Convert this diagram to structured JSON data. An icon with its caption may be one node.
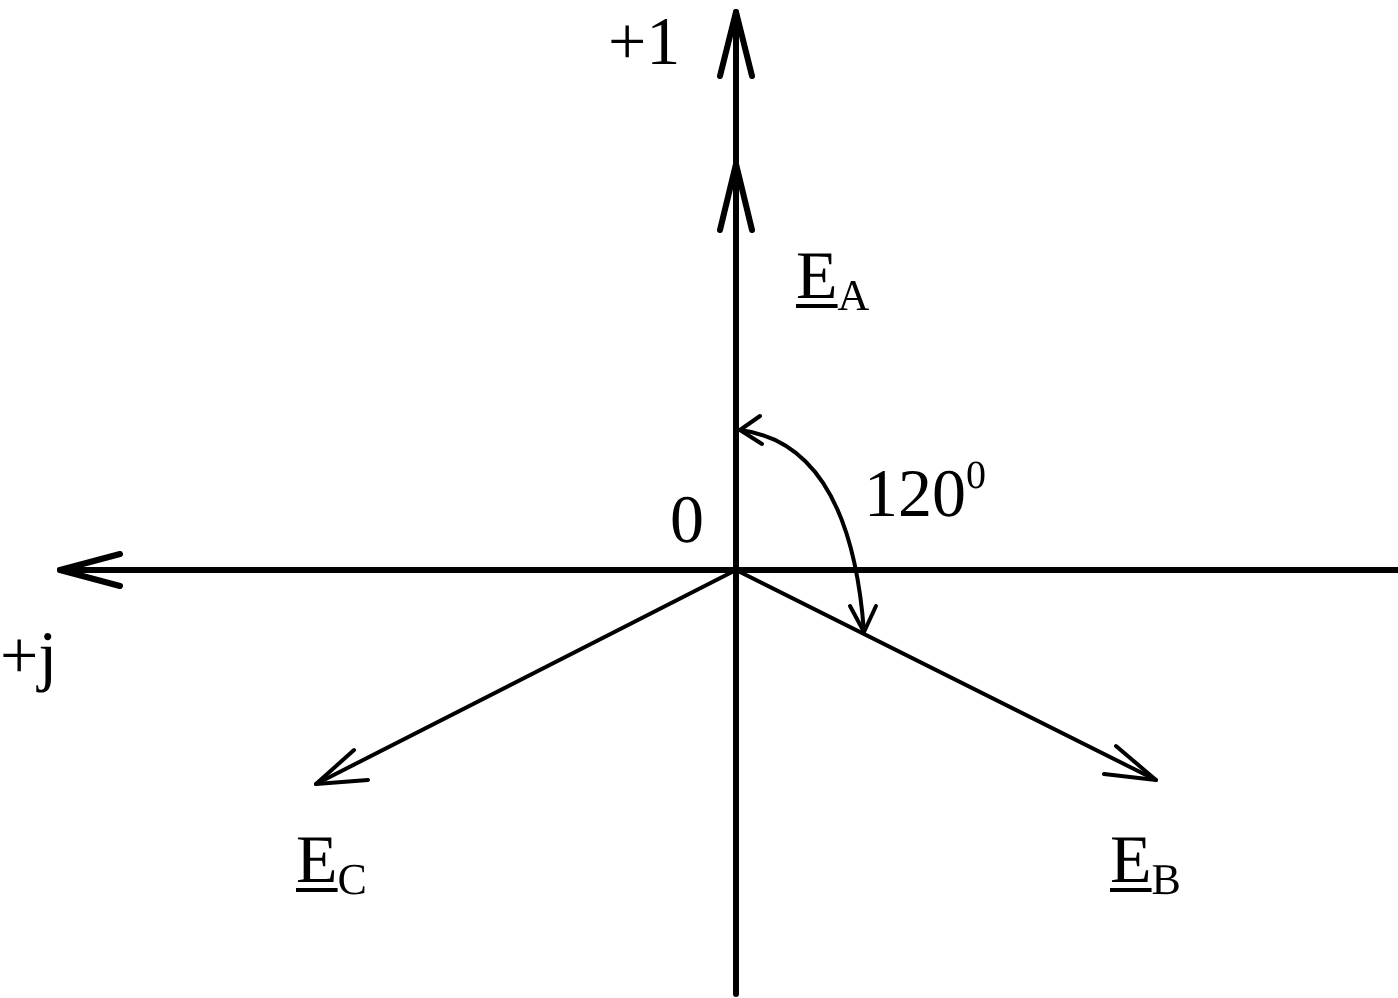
{
  "diagram": {
    "labels": [
      "+1",
      "E$_{A}$",
      "0",
      "120$^{0}$",
      "+j",
      "E$_{C}$",
      "E$_{B}$"
    ]
  }
}
